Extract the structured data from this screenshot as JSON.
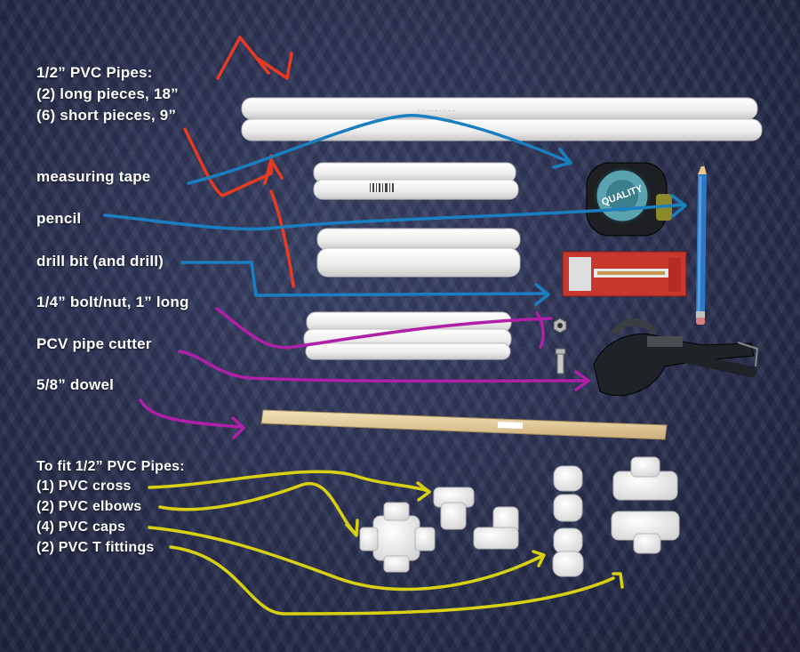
{
  "labels": {
    "pipes_title": "1/2” PVC Pipes:",
    "pipes_long": "(2) long pieces, 18”",
    "pipes_short": "(6) short pieces, 9”",
    "measuring_tape": "measuring tape",
    "pencil": "pencil",
    "drill_bit": "drill bit (and drill)",
    "bolt_nut": "1/4” bolt/nut, 1” long",
    "pipe_cutter": "PCV pipe cutter",
    "dowel": "5/8” dowel",
    "fittings_title": "To fit 1/2” PVC Pipes:",
    "cross": "(1) PVC cross",
    "elbows": "(2) PVC elbows",
    "caps": "(4) PVC caps",
    "t_fittings": "(2) PVC T fittings"
  },
  "tape_brand": "QUALITY",
  "annotation_colors": {
    "pipes": "#e83a22",
    "tools": "#1a7fc0",
    "hardware": "#b01fa8",
    "fittings": "#d8d010"
  },
  "icons": [
    "pvc-pipe",
    "measuring-tape",
    "pencil",
    "drill-bit-package",
    "bolt",
    "nut",
    "pipe-cutter",
    "dowel",
    "pvc-cross",
    "pvc-elbow",
    "pvc-cap",
    "pvc-t-fitting"
  ]
}
